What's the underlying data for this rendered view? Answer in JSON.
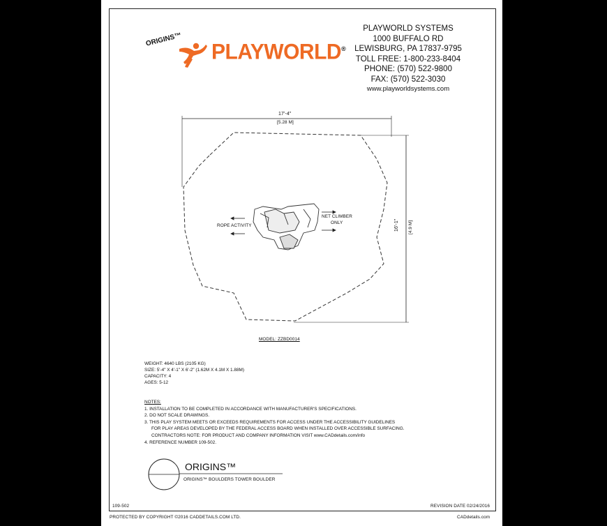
{
  "logo": {
    "origins": "ORIGINS™",
    "brand": "PLAYWORLD",
    "registered": "®",
    "brand_color": "#ee6a24"
  },
  "company": {
    "name": "PLAYWORLD SYSTEMS",
    "address1": "1000 BUFFALO RD",
    "address2": "LEWISBURG, PA 17837-9795",
    "toll_free": "TOLL FREE: 1-800-233-8404",
    "phone": "PHONE: (570) 522-9800",
    "fax": "FAX: (570) 522-3030",
    "web": "www.playworldsystems.com"
  },
  "drawing": {
    "width_ft": "17'-4\"",
    "width_m": "[5.28 M]",
    "depth_ft": "16'-1\"",
    "depth_m": "[4.9 M]",
    "rope_label": "ROPE ACTIVITY",
    "net_label_1": "NET CLIMBER",
    "net_label_2": "ONLY",
    "model": "MODEL: ZZBD0014"
  },
  "specs": {
    "weight": "WEIGHT: 4640 LBS (2105 KG)",
    "size": "SIZE: 5'-4\" X 4'-1\" X 6'-2\" (1.62M X 4.1M X 1.88M)",
    "capacity": "CAPACITY: 4",
    "ages": "AGES: 5-12"
  },
  "notes": {
    "heading": "NOTES:",
    "n1": "1.  INSTALLATION TO BE COMPLETED IN ACCORDANCE WITH MANUFACTURER'S SPECIFICATIONS.",
    "n2": "2.  DO NOT SCALE DRAWINGS.",
    "n3a": "3.  THIS PLAY SYSTEM MEETS OR EXCEEDS REQUIREMENTS FOR ACCESS UNDER THE ACCESSIBILITY GUIDELINES",
    "n3b": "FOR PLAY AREAS DEVELOPED BY THE FEDERAL ACCESS BOARD WHEN INSTALLED OVER ACCESSIBLE SURFACING.",
    "n3c": "CONTRACTORS NOTE: FOR PRODUCT AND COMPANY INFORMATION VISIT www.CADdetails.com/info",
    "n4": "4.  REFERENCE NUMBER 109-502."
  },
  "title_block": {
    "product": "ORIGINS™",
    "subtitle": "ORIGINS™ BOULDERS TOWER BOULDER"
  },
  "footer": {
    "ref": "109-502",
    "revision": "REVISION DATE 02/24/2016",
    "copyright": "PROTECTED BY COPYRIGHT ©2016 CADDETAILS.COM LTD.",
    "site": "CADdetails.com"
  }
}
